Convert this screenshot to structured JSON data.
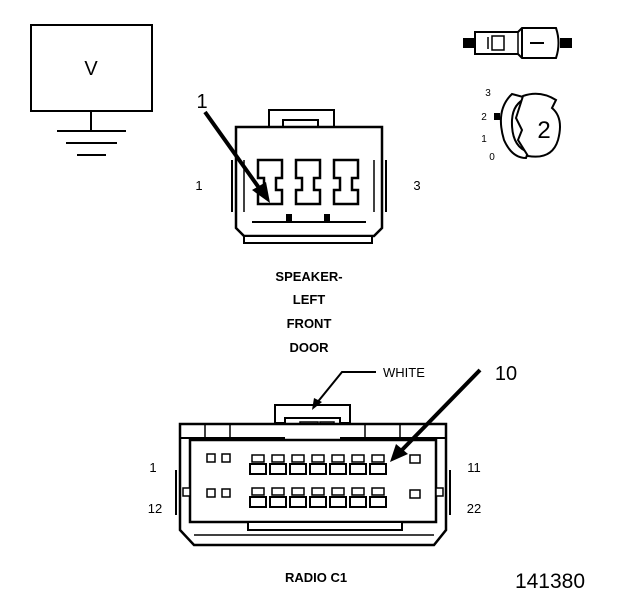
{
  "meter": {
    "label": "V"
  },
  "speaker_connector": {
    "callout": "1",
    "pin_left": "1",
    "pin_right": "3",
    "name_lines": [
      "SPEAKER-",
      "LEFT",
      "FRONT",
      "DOOR"
    ]
  },
  "probe_detail": {
    "callout": "2",
    "scale": [
      "3",
      "2",
      "1",
      "0"
    ]
  },
  "radio_connector": {
    "color_note": "WHITE",
    "callout": "10",
    "pin_top_left": "1",
    "pin_top_right": "11",
    "pin_bottom_left": "12",
    "pin_bottom_right": "22",
    "name": "RADIO C1"
  },
  "figure_number": "141380"
}
